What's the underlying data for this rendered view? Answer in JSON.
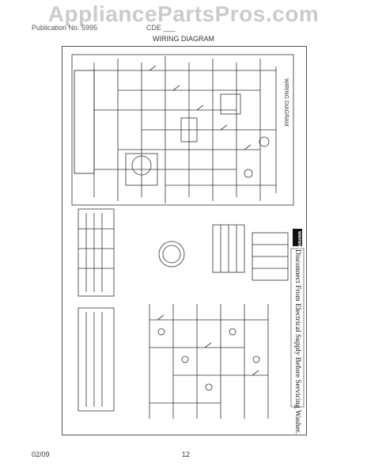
{
  "watermark": "AppliancePartsPros.com",
  "header": {
    "left": "Publication No. 5995",
    "right": "CDE ___"
  },
  "title": "WIRING DIAGRAM",
  "diagram": {
    "wiring_label": "WIRING DIAGRAM",
    "warning_badge": "WARNING",
    "warning_text": "Disconnect From Electrical Supply Before Servicing Washer."
  },
  "footer": {
    "date": "02/09",
    "page": "12"
  }
}
